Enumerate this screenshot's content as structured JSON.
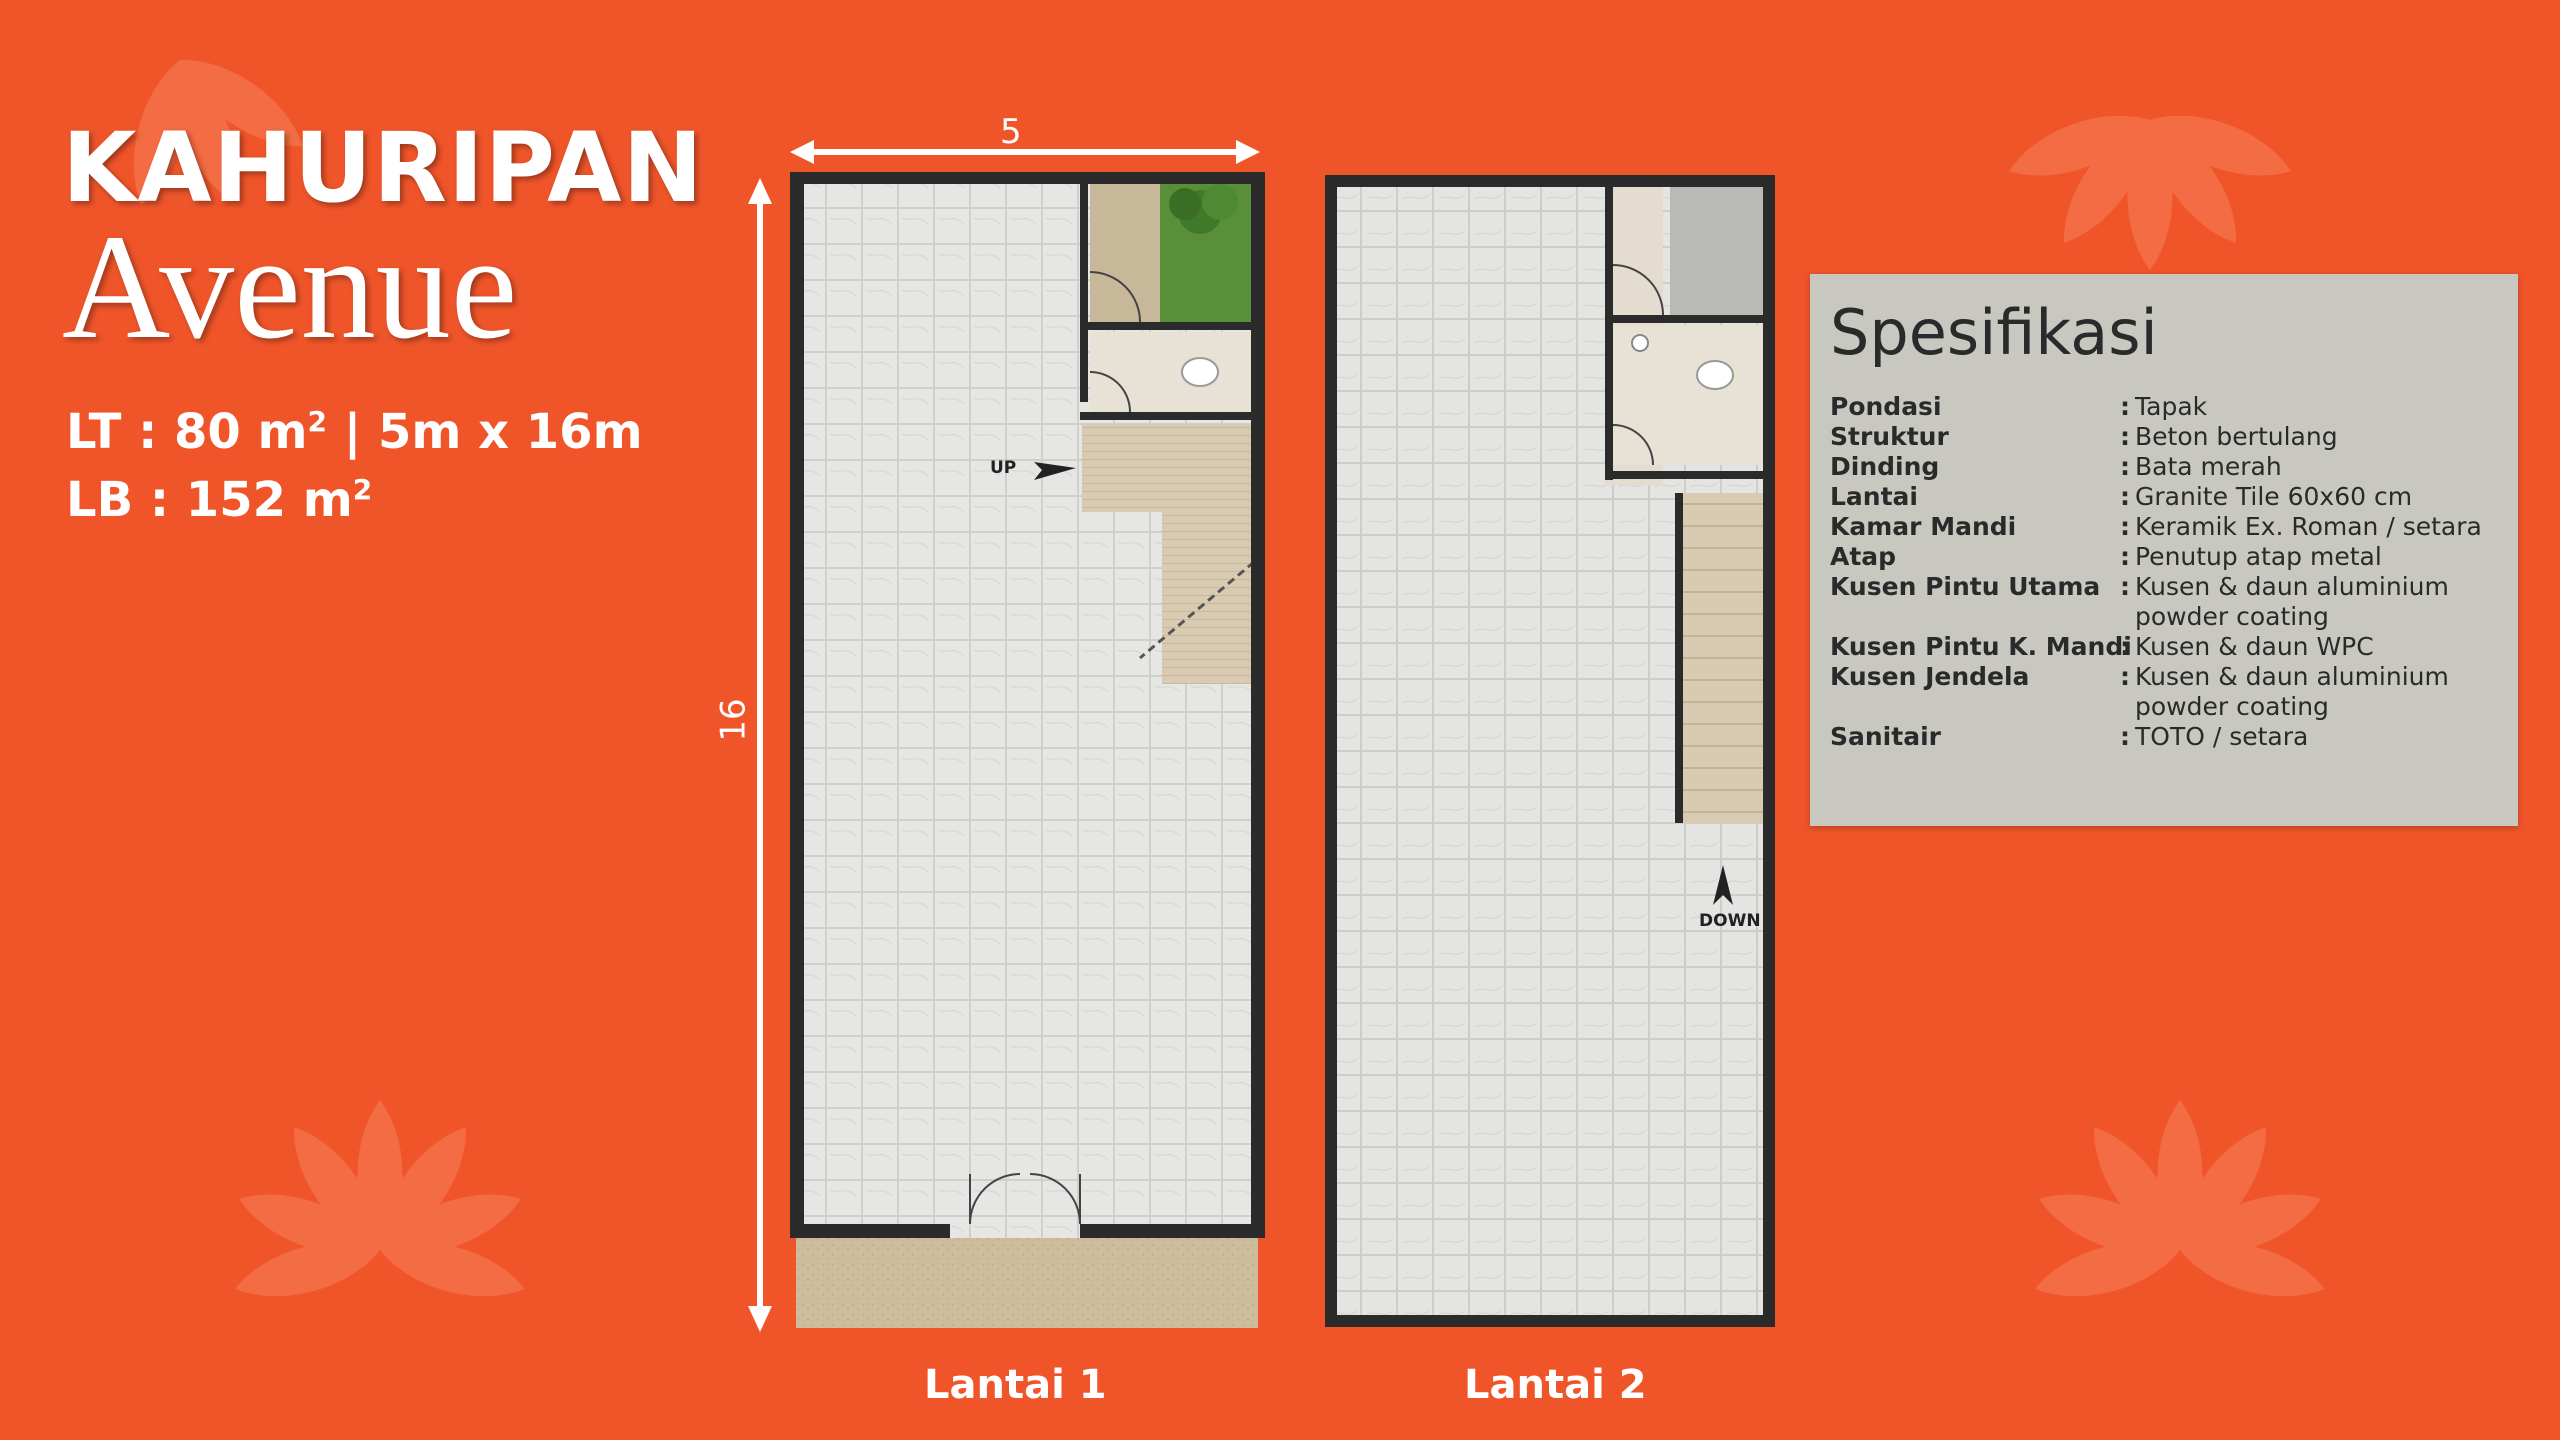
{
  "brand": {
    "line1": "KAHURIPAN",
    "line2": "Avenue"
  },
  "land": {
    "lt_prefix": "LT  : 80 m",
    "lt_sup": "2",
    "lt_suffix": " | 5m x 16m",
    "lb_prefix": "LB : 152 m",
    "lb_sup": "2"
  },
  "plans": {
    "width_dim": "5",
    "length_dim": "16",
    "floor1_label": "Lantai 1",
    "floor2_label": "Lantai 2",
    "up_label": "UP",
    "down_label": "DOWN"
  },
  "spec": {
    "title": "Spesifikasi",
    "rows": [
      {
        "key": "Pondasi",
        "value": "Tapak"
      },
      {
        "key": "Struktur",
        "value": "Beton bertulang"
      },
      {
        "key": "Dinding",
        "value": "Bata merah"
      },
      {
        "key": "Lantai",
        "value": "Granite Tile 60x60 cm"
      },
      {
        "key": "Kamar Mandi",
        "value": "Keramik Ex. Roman / setara"
      },
      {
        "key": "Atap",
        "value": "Penutup atap metal"
      },
      {
        "key": "Kusen Pintu Utama",
        "value": "Kusen & daun aluminium powder coating"
      },
      {
        "key": "Kusen Pintu K. Mandi",
        "value": "Kusen & daun WPC"
      },
      {
        "key": "Kusen Jendela",
        "value": "Kusen & daun aluminium powder coating"
      },
      {
        "key": "Sanitair",
        "value": "TOTO / setara"
      }
    ]
  },
  "colors": {
    "background": "#f0552a",
    "panel": "#c9c8c0",
    "wall": "#2b2b2b"
  }
}
